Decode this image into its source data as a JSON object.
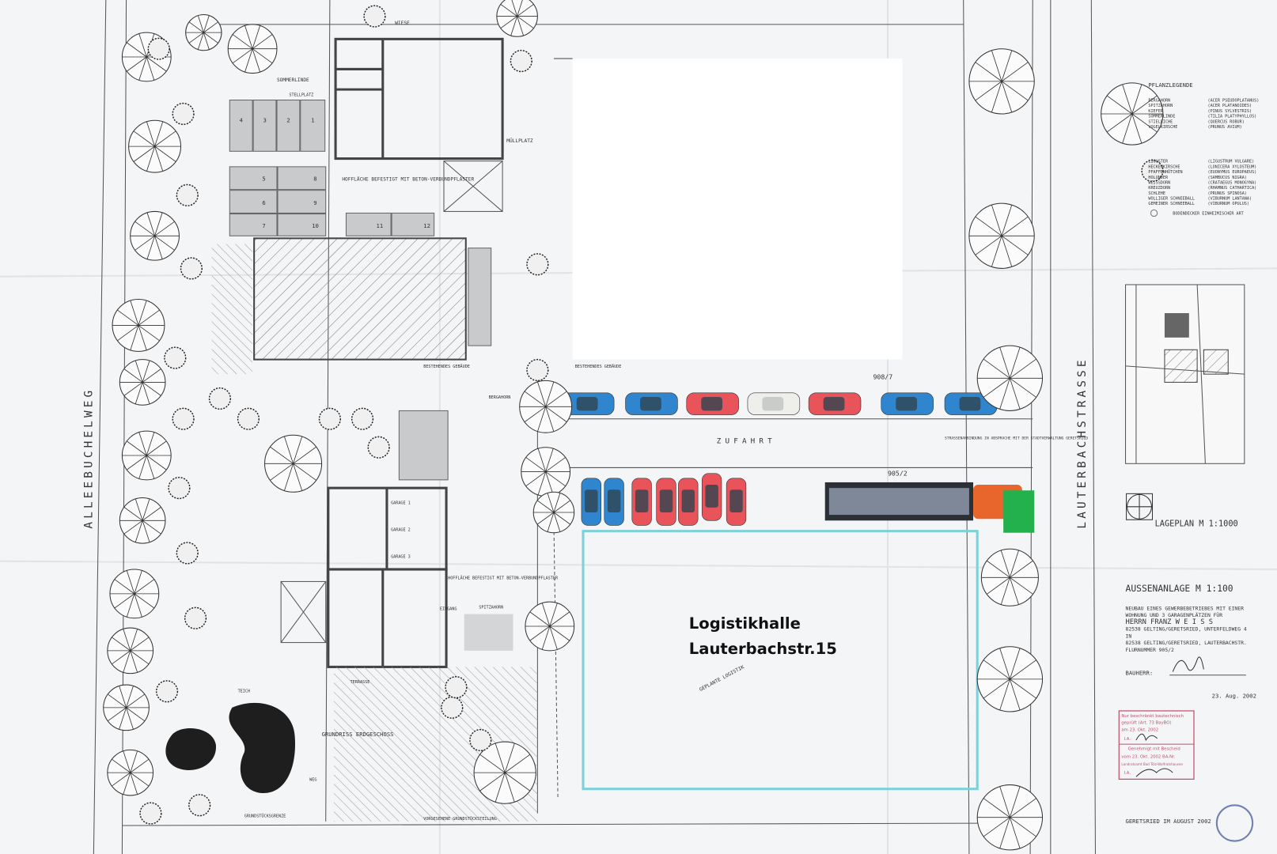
{
  "streets": {
    "left": "ALLEEBUCHELWEG",
    "right": "LAUTERBACHSTRASSE"
  },
  "plan_labels": {
    "wiese": "WIESE",
    "sommerlinde": "SOMMERLINDE",
    "stellplatz": "STELLPLATZ",
    "hofflaeche": "HOFFLÄCHE BEFESTIGT MIT BETON-VERBUNDPFLASTER",
    "muellplatz": "MÜLLPLATZ",
    "bestehendes_gebaeude": "BESTEHENDES GEBÄUDE",
    "grundstuecksgrenze": "GRUNDSTÜCKSGRENZE",
    "bergahorn": "BERGAHORN",
    "zufahrt": "ZUFAHRT",
    "parcel_top": "908/7",
    "parcel_bottom": "905/2",
    "strassenanbindung": "STRASSENANBINDUNG IN ABSPRACHE MIT DER STADTVERWALTUNG GERETSRIED",
    "garage_1": "GARAGE 1",
    "garage_2": "GARAGE 2",
    "garage_3": "GARAGE 3",
    "eingang": "EINGANG",
    "spitzahorn": "SPITZAHORN",
    "terrasse": "TERRASSE",
    "teich": "TEICH",
    "grundriss": "GRUNDRISS ERDGESCHOSS",
    "weg": "WEG",
    "vorgeschlagene": "VORGESEHENE GRUNDSTÜCKSTEILUNG",
    "geplante": "GEPLANTE LOGISTIK",
    "parking_numbers": [
      "4",
      "3",
      "2",
      "1",
      "5",
      "6",
      "7",
      "8",
      "9",
      "10",
      "11",
      "12"
    ]
  },
  "hall": {
    "line1": "Logistikhalle",
    "line2": "Lauterbachstr.15",
    "outline_color": "#7fd0d8"
  },
  "legend": {
    "title": "PFLANZLEGENDE",
    "large_trees": [
      [
        "BERGAHORN",
        "(ACER PSEUDOPLATANUS)"
      ],
      [
        "SPITZAHORN",
        "(ACER PLATANOIDES)"
      ],
      [
        "KIEFER",
        "(PINUS SYLVESTRIS)"
      ],
      [
        "SOMMERLINDE",
        "(TILIA PLATYPHYLLOS)"
      ],
      [
        "STIELEICHE",
        "(QUERCUS ROBUR)"
      ],
      [
        "VOGELKIRSCHE",
        "(PRUNUS AVIUM)"
      ]
    ],
    "shrubs": [
      [
        "LIGUSTER",
        "(LIGUSTRUM VULGARE)"
      ],
      [
        "HECKENKIRSCHE",
        "(LONICERA XYLOSTEUM)"
      ],
      [
        "PFAFFENHÜTCHEN",
        "(EUONYMUS EUROPAEUS)"
      ],
      [
        "HOLUNDER",
        "(SAMBUCUS NIGRA)"
      ],
      [
        "WEISSDORN",
        "(CRATAEGUS MONOGYNA)"
      ],
      [
        "KREUZDORN",
        "(RHAMNUS CATHARTICA)"
      ],
      [
        "SCHLEHE",
        "(PRUNUS SPINOSA)"
      ],
      [
        "WOLLIGER SCHNEEBALL",
        "(VIBURNUM LANTANA)"
      ],
      [
        "GEMEINER SCHNEEBALL",
        "(VIBURNUM OPULUS)"
      ]
    ],
    "ground": "BODENDECKER EINHEIMISCHER ART"
  },
  "title_block": {
    "lageplan": "LAGEPLAN   M 1:1000",
    "aussenanlage": "AUSSENANLAGE  M 1:100",
    "lines": [
      "NEUBAU EINES GEWERBEBETRIEBES MIT EINER",
      "WOHNUNG UND 3 GARAGENPLÄTZEN  FÜR",
      "HERRN FRANZ   W E I S S",
      "82538 GELTING/GERETSRIED, UNTERFELDWEG 4",
      "IN",
      "82538 GELTING/GERETSRIED, LAUTERBACHSTR.",
      "FLURNUMMER                    905/2"
    ],
    "bauherr": "BAUHERR:",
    "date_small": "23. Aug. 2002",
    "footer": "GERETSRIED IM AUGUST 2002"
  },
  "stamp": {
    "line1": "Nur beschränkt bautechnisch",
    "line2": "geprüft (Art. 73 BayBO)",
    "line3": "am   23. Okt. 2002",
    "line4": "I.A.",
    "line5": "Genehmigt mit Bescheid",
    "line6": "vom   23. Okt. 2002   BA-Nr.",
    "line7": "Landratsamt Bad Tölz-Wolfratshausen",
    "line8": "I.A.",
    "color": "#c0506a"
  },
  "colors": {
    "car_blue": "#2f86cf",
    "car_red": "#e8545a",
    "truck_cab": "#e8662c",
    "green_patch": "#22b14c"
  }
}
